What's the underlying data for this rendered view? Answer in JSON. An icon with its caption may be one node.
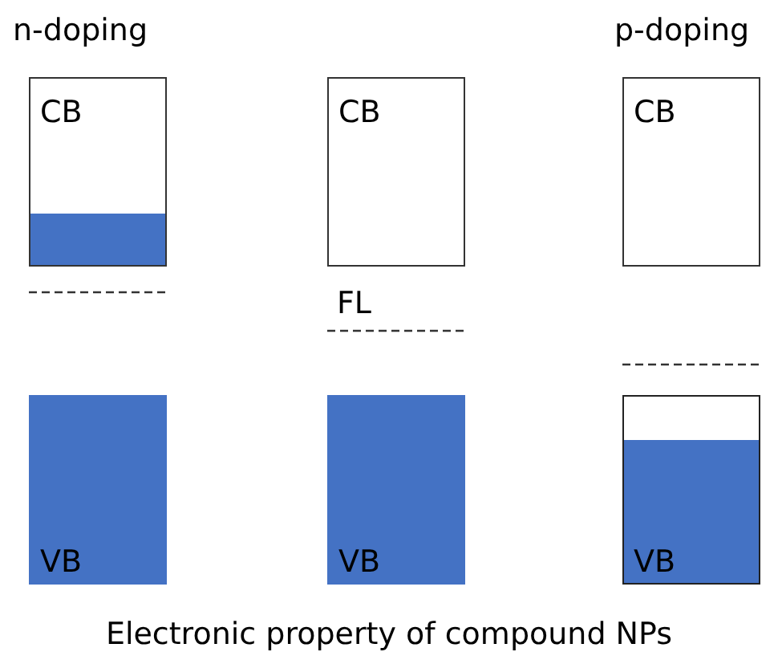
{
  "diagram": {
    "caption": "Electronic property of compound NPs",
    "nodes": [
      {
        "text": [
          "CB"
        ]
      },
      {
        "text": [
          "CB"
        ]
      },
      {
        "text": [
          "CB"
        ]
      },
      {
        "text": [
          "VB"
        ]
      },
      {
        "text": [
          "VB"
        ]
      },
      {
        "text": [
          "VB"
        ]
      }
    ],
    "labels": [
      "n-doping",
      "p-doping",
      "FL"
    ]
  }
}
